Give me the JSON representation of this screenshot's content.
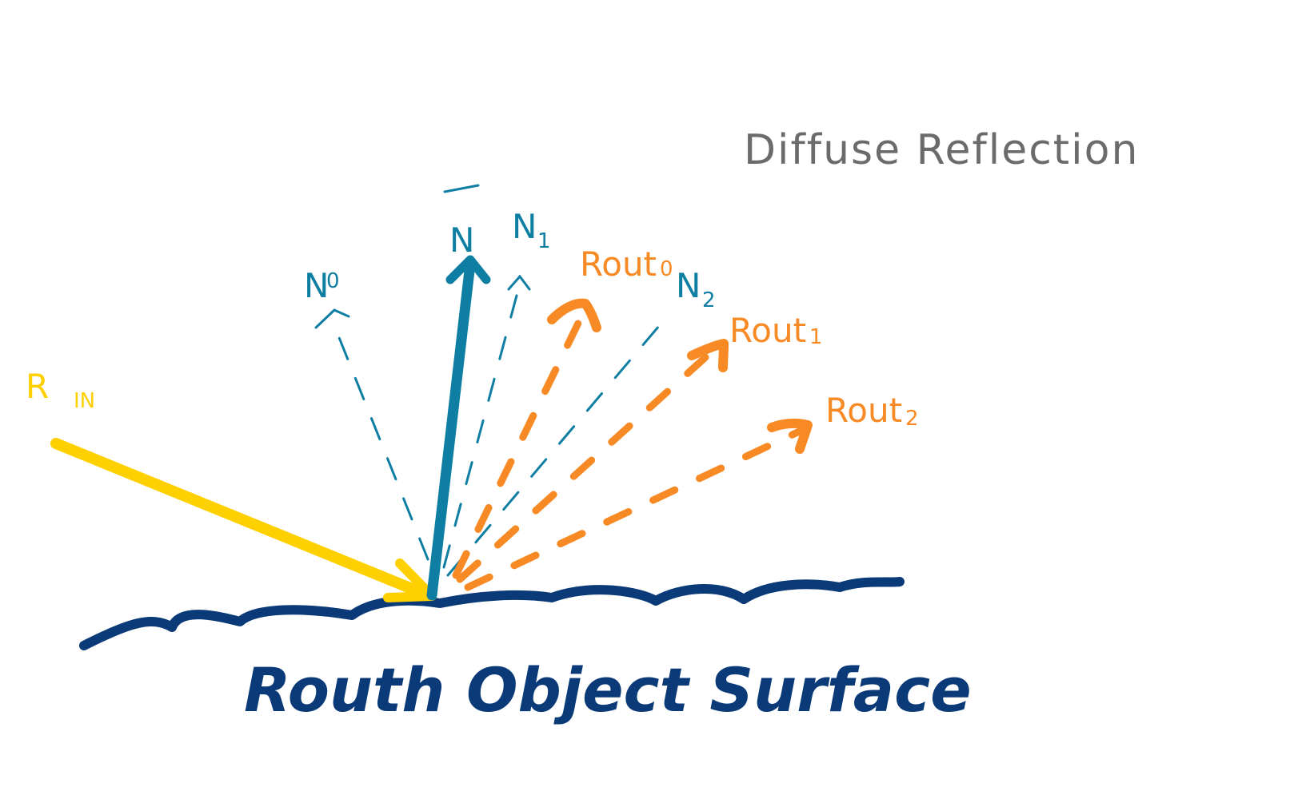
{
  "title": "Diffuse Reflection",
  "surface_label": "Routh Object Surface",
  "labels": {
    "r_in": "R",
    "r_in_sub": "IN",
    "n0": "N",
    "n0_sub": "0",
    "n_bar": "N",
    "n1": "N",
    "n1_sub": "1",
    "n2": "N",
    "n2_sub": "2",
    "rout0": "Rout",
    "rout0_sub": "0",
    "rout1": "Rout",
    "rout1_sub": "1",
    "rout2": "Rout",
    "rout2_sub": "2"
  },
  "colors": {
    "title": "#6b6b6b",
    "incoming_ray": "#ffd000",
    "normal": "#0e7fa3",
    "reflected": "#f78a24",
    "surface": "#0b3a78",
    "background": "#ffffff"
  }
}
